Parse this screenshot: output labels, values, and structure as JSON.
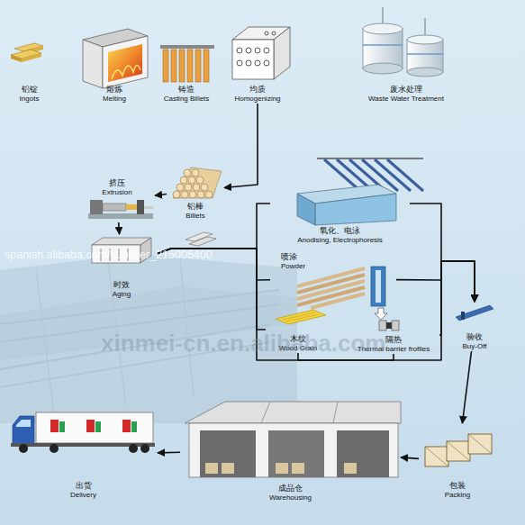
{
  "diagram": {
    "nodes": [
      {
        "text": [
          "铝锭",
          "Ingots"
        ]
      },
      {
        "text": [
          "熔炼",
          "Melting"
        ]
      },
      {
        "text": [
          "铸造",
          "Casting Billets"
        ]
      },
      {
        "text": [
          "均质",
          "Homogenizing"
        ]
      },
      {
        "text": [
          "废水处理",
          "Waste Water Treatment"
        ]
      },
      {
        "text": [
          "挤压",
          "Extrusion"
        ]
      },
      {
        "text": [
          "铝棒",
          "Billets"
        ]
      },
      {
        "text": [
          "氧化、电泳",
          "Anodising, Electrophoresis"
        ]
      },
      {
        "text": [
          "时效",
          "Aging"
        ]
      },
      {
        "text": [
          "喷涂",
          "Powder"
        ]
      },
      {
        "text": [
          "木纹",
          "Wood Grain"
        ]
      },
      {
        "text": [
          "隔热",
          "Thermal barrier frofiles"
        ]
      },
      {
        "text": [
          "验收",
          "Buy-Off"
        ]
      },
      {
        "text": [
          "出货",
          "Delivery"
        ]
      },
      {
        "text": [
          "成品仓",
          "Warehousing"
        ]
      },
      {
        "text": [
          "包装",
          "Packing"
        ]
      }
    ],
    "edges": [
      {
        "from": 3,
        "to": 6,
        "arrow": "to"
      },
      {
        "from": 6,
        "to": 5,
        "arrow": "to"
      },
      {
        "from": 5,
        "to": 8,
        "arrow": "to"
      },
      {
        "from": 8,
        "to": 7,
        "arrow": "none"
      },
      {
        "from": 8,
        "to": 9,
        "arrow": "none"
      },
      {
        "from": 8,
        "to": 10,
        "arrow": "none"
      },
      {
        "from": 8,
        "to": 11,
        "arrow": "none"
      },
      {
        "from": 7,
        "to": 12,
        "arrow": "to"
      },
      {
        "from": 9,
        "to": 12,
        "arrow": "to"
      },
      {
        "from": 10,
        "to": 12,
        "arrow": "to"
      },
      {
        "from": 11,
        "to": 12,
        "arrow": "to"
      },
      {
        "from": 12,
        "to": 15,
        "arrow": "to"
      },
      {
        "from": 15,
        "to": 14,
        "arrow": "to"
      },
      {
        "from": 14,
        "to": 13,
        "arrow": "to"
      }
    ],
    "labels": [
      "spanish.alibaba.com/supplier_215005400",
      "xinmei-cn.en.alibaba.com"
    ]
  }
}
